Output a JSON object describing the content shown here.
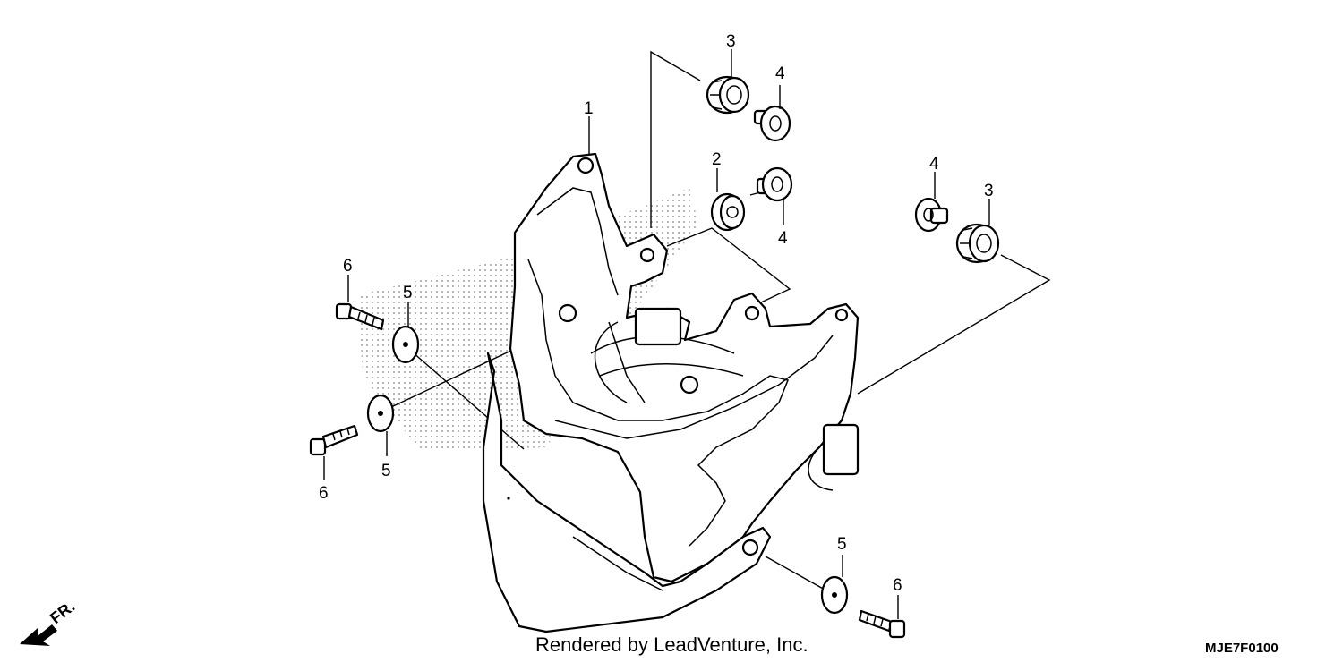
{
  "diagram": {
    "callouts": {
      "c1": "1",
      "c2": "2",
      "c3a": "3",
      "c3b": "3",
      "c4a": "4",
      "c4b": "4",
      "c4c": "4",
      "c5a": "5",
      "c5b": "5",
      "c5c": "5",
      "c6a": "6",
      "c6b": "6",
      "c6c": "6"
    },
    "direction_label": "FR.",
    "credit": "Rendered by LeadVenture, Inc.",
    "diagram_code": "MJE7F0100"
  }
}
